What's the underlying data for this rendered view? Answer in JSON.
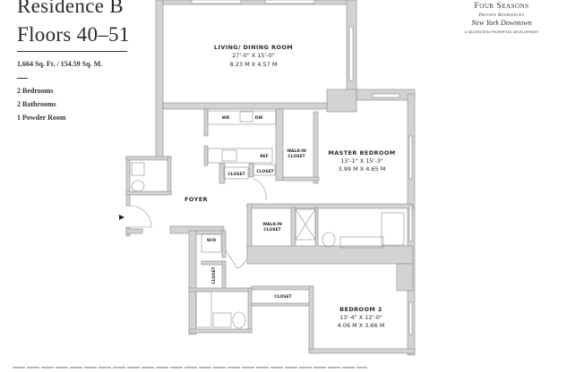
{
  "header": {
    "title_line1": "Residence B",
    "title_line2": "Floors 40–51",
    "area": "1,664 Sq. Ft. / 154.59 Sq. M.",
    "features": [
      "2 Bedrooms",
      "2 Bathrooms",
      "1 Powder Room"
    ]
  },
  "brand": {
    "name": "Four Seasons",
    "sub": "Private Residences",
    "city": "New York Downtown",
    "developer": "A SILVERSTEIN PROPERTIES DEVELOPMENT"
  },
  "rooms": {
    "living": {
      "name": "LIVING/ DINING ROOM",
      "dim_ft": "27'-0\" X  15'-0\"",
      "dim_m": "8.23 M X 4.57 M"
    },
    "master": {
      "name": "MASTER BEDROOM",
      "dim_ft": "13'-1\" X 15'-3\"",
      "dim_m": "3.99 M X 4.65 M"
    },
    "bedroom2": {
      "name": "BEDROOM 2",
      "dim_ft": "13'-4\" X 12'-0\"",
      "dim_m": "4.06 M X 3.66 M"
    },
    "foyer": "FOYER"
  },
  "labels": {
    "wr": "WR",
    "dw": "DW",
    "ref": "REF",
    "walkin1": [
      "WALK-IN",
      "CLOSET"
    ],
    "walkin2": [
      "WALK-IN",
      "CLOSET"
    ],
    "closet": "CLOSET",
    "wd": "W/D"
  },
  "colors": {
    "wall": "#d3d3d3",
    "outline": "#8a8a8a",
    "text": "#2b2b2b"
  }
}
